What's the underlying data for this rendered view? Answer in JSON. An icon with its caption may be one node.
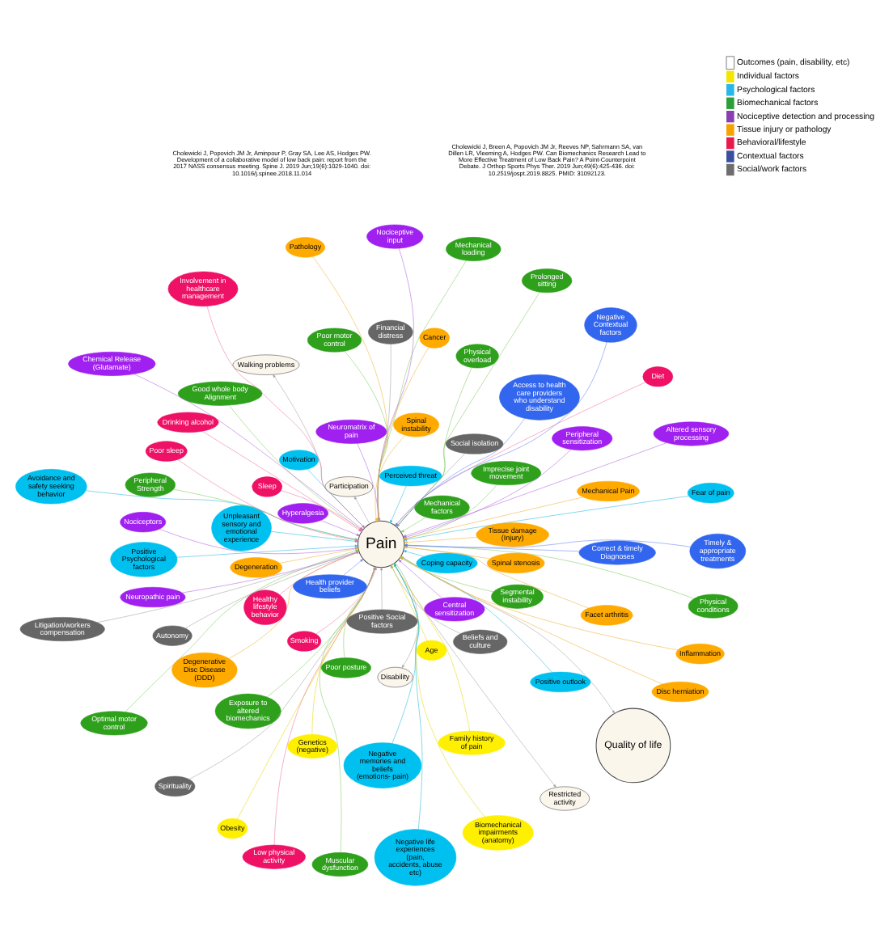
{
  "diagram": {
    "nodes": [
      {
        "text": [
          "Pain"
        ]
      },
      {
        "text": [
          "Quality of life"
        ]
      },
      {
        "text": [
          "Disability"
        ]
      },
      {
        "text": [
          "Walking problems"
        ]
      },
      {
        "text": [
          "Restricted activity"
        ]
      },
      {
        "text": [
          "Participation"
        ]
      },
      {
        "text": [
          "Genetics (negative)"
        ]
      },
      {
        "text": [
          "Biomechanical impairments (anatomy)"
        ]
      },
      {
        "text": [
          "Age"
        ]
      },
      {
        "text": [
          "Family history of pain"
        ]
      },
      {
        "text": [
          "Obesity"
        ]
      },
      {
        "text": [
          "Unpleasant sensory and emotional experience"
        ]
      },
      {
        "text": [
          "Positive outlook"
        ]
      },
      {
        "text": [
          "Fear of pain"
        ]
      },
      {
        "text": [
          "Perceived threat"
        ]
      },
      {
        "text": [
          "Negative memories and beliefs (emotions- pain)"
        ]
      },
      {
        "text": [
          "Negative life experiences (pain, accidents, abuse etc)"
        ]
      },
      {
        "text": [
          "Motivation"
        ]
      },
      {
        "text": [
          "Positive Psychological factors"
        ]
      },
      {
        "text": [
          "Avoidance and safety seeking behavior"
        ]
      },
      {
        "text": [
          "Coping capacity"
        ]
      },
      {
        "text": [
          "Exposure to altered biomechanics"
        ]
      },
      {
        "text": [
          "Mechanical loading"
        ]
      },
      {
        "text": [
          "Imprecise joint movement"
        ]
      },
      {
        "text": [
          "Poor motor control"
        ]
      },
      {
        "text": [
          "Muscular dysfunction"
        ]
      },
      {
        "text": [
          "Mechanical factors"
        ]
      },
      {
        "text": [
          "Good whole body Alignment"
        ]
      },
      {
        "text": [
          "Optimal motor control"
        ]
      },
      {
        "text": [
          "Segmental instability"
        ]
      },
      {
        "text": [
          "Physical overload"
        ]
      },
      {
        "text": [
          "Physical conditions"
        ]
      },
      {
        "text": [
          "Poor posture"
        ]
      },
      {
        "text": [
          "Peripheral Strength"
        ]
      },
      {
        "text": [
          "Prolonged sitting"
        ]
      },
      {
        "text": [
          "Central sensitization"
        ]
      },
      {
        "text": [
          "Peripheral sensitization"
        ]
      },
      {
        "text": [
          "Nociceptive input"
        ]
      },
      {
        "text": [
          "Hyperalgesia"
        ]
      },
      {
        "text": [
          "Neuropathic pain"
        ]
      },
      {
        "text": [
          "Chemical Release (Glutamate)"
        ]
      },
      {
        "text": [
          "Neuromatrix of pain"
        ]
      },
      {
        "text": [
          "Nociceptors"
        ]
      },
      {
        "text": [
          "Altered sensory processing"
        ]
      },
      {
        "text": [
          "Tissue damage (Injury)"
        ]
      },
      {
        "text": [
          "Degenerative Disc Disease (DDD)"
        ]
      },
      {
        "text": [
          "Disc herniation"
        ]
      },
      {
        "text": [
          "Spinal stenosis"
        ]
      },
      {
        "text": [
          "Facet arthritis"
        ]
      },
      {
        "text": [
          "Inflammation"
        ]
      },
      {
        "text": [
          "Degeneration"
        ]
      },
      {
        "text": [
          "Mechanical Pain"
        ]
      },
      {
        "text": [
          "Pathology"
        ]
      },
      {
        "text": [
          "Spinal instability"
        ]
      },
      {
        "text": [
          "Cancer"
        ]
      },
      {
        "text": [
          "Low physical activity"
        ]
      },
      {
        "text": [
          "Smoking"
        ]
      },
      {
        "text": [
          "Poor sleep"
        ]
      },
      {
        "text": [
          "Diet"
        ]
      },
      {
        "text": [
          "Sleep"
        ]
      },
      {
        "text": [
          "Drinking alcohol"
        ]
      },
      {
        "text": [
          "Involvement in healthcare management"
        ]
      },
      {
        "text": [
          "Healthy lifestyle behavior"
        ]
      },
      {
        "text": [
          "Access to health care providers who understand disability"
        ]
      },
      {
        "text": [
          "Timely & appropriate treatments"
        ]
      },
      {
        "text": [
          "Health provider beliefs"
        ]
      },
      {
        "text": [
          "Correct & timely Diagnoses"
        ]
      },
      {
        "text": [
          "Negative Contextual factors"
        ]
      },
      {
        "text": [
          "Beliefs and culture"
        ]
      },
      {
        "text": [
          "Autonomy"
        ]
      },
      {
        "text": [
          "Spirituality"
        ]
      },
      {
        "text": [
          "Social isolation"
        ]
      },
      {
        "text": [
          "Financial distress"
        ]
      },
      {
        "text": [
          "Litigation/workers compensation"
        ]
      },
      {
        "text": [
          "Positive Social factors"
        ]
      }
    ],
    "edges": [
      {
        "from": 0,
        "to": 1,
        "arrow": "to",
        "color": "#a0a0a0"
      },
      {
        "from": 0,
        "to": 2,
        "arrow": "to",
        "color": "#a0a0a0"
      },
      {
        "from": 0,
        "to": 3,
        "arrow": "to",
        "color": "#a0a0a0"
      },
      {
        "from": 0,
        "to": 4,
        "arrow": "to",
        "color": "#a0a0a0"
      },
      {
        "from": 0,
        "to": 5,
        "arrow": "to",
        "color": "#a0a0a0"
      },
      {
        "from": 6,
        "to": 0,
        "arrow": "to",
        "color": "#e8d800"
      },
      {
        "from": 7,
        "to": 0,
        "arrow": "to",
        "color": "#e8d800"
      },
      {
        "from": 8,
        "to": 0,
        "arrow": "to",
        "color": "#e8d800"
      },
      {
        "from": 9,
        "to": 0,
        "arrow": "to",
        "color": "#e8d800"
      },
      {
        "from": 10,
        "to": 0,
        "arrow": "to",
        "color": "#e8d800"
      },
      {
        "from": 11,
        "to": 0,
        "arrow": "to",
        "color": "#20b8e0"
      },
      {
        "from": 12,
        "to": 0,
        "arrow": "to",
        "color": "#20b8e0"
      },
      {
        "from": 13,
        "to": 0,
        "arrow": "to",
        "color": "#20b8e0"
      },
      {
        "from": 14,
        "to": 0,
        "arrow": "to",
        "color": "#20b8e0"
      },
      {
        "from": 15,
        "to": 0,
        "arrow": "to",
        "color": "#20b8e0"
      },
      {
        "from": 16,
        "to": 0,
        "arrow": "to",
        "color": "#20b8e0"
      },
      {
        "from": 17,
        "to": 0,
        "arrow": "to",
        "color": "#20b8e0"
      },
      {
        "from": 18,
        "to": 0,
        "arrow": "to",
        "color": "#20b8e0"
      },
      {
        "from": 19,
        "to": 0,
        "arrow": "to",
        "color": "#20b8e0"
      },
      {
        "from": 20,
        "to": 0,
        "arrow": "to",
        "color": "#20b8e0"
      },
      {
        "from": 21,
        "to": 0,
        "arrow": "to",
        "color": "#7ccc5c"
      },
      {
        "from": 22,
        "to": 0,
        "arrow": "to",
        "color": "#7ccc5c"
      },
      {
        "from": 23,
        "to": 0,
        "arrow": "to",
        "color": "#7ccc5c"
      },
      {
        "from": 24,
        "to": 0,
        "arrow": "to",
        "color": "#7ccc5c"
      },
      {
        "from": 25,
        "to": 0,
        "arrow": "to",
        "color": "#7ccc5c"
      },
      {
        "from": 26,
        "to": 0,
        "arrow": "to",
        "color": "#7ccc5c"
      },
      {
        "from": 27,
        "to": 0,
        "arrow": "to",
        "color": "#7ccc5c"
      },
      {
        "from": 28,
        "to": 0,
        "arrow": "to",
        "color": "#7ccc5c"
      },
      {
        "from": 29,
        "to": 0,
        "arrow": "to",
        "color": "#7ccc5c"
      },
      {
        "from": 30,
        "to": 0,
        "arrow": "to",
        "color": "#7ccc5c"
      },
      {
        "from": 31,
        "to": 0,
        "arrow": "to",
        "color": "#7ccc5c"
      },
      {
        "from": 32,
        "to": 0,
        "arrow": "to",
        "color": "#7ccc5c"
      },
      {
        "from": 33,
        "to": 0,
        "arrow": "to",
        "color": "#7ccc5c"
      },
      {
        "from": 34,
        "to": 0,
        "arrow": "to",
        "color": "#7ccc5c"
      },
      {
        "from": 35,
        "to": 0,
        "arrow": "to",
        "color": "#b060e0"
      },
      {
        "from": 36,
        "to": 0,
        "arrow": "to",
        "color": "#b060e0"
      },
      {
        "from": 37,
        "to": 0,
        "arrow": "to",
        "color": "#b060e0"
      },
      {
        "from": 38,
        "to": 0,
        "arrow": "to",
        "color": "#b060e0"
      },
      {
        "from": 39,
        "to": 0,
        "arrow": "to",
        "color": "#b060e0"
      },
      {
        "from": 40,
        "to": 0,
        "arrow": "to",
        "color": "#b060e0"
      },
      {
        "from": 41,
        "to": 0,
        "arrow": "to",
        "color": "#b060e0"
      },
      {
        "from": 42,
        "to": 0,
        "arrow": "to",
        "color": "#b060e0"
      },
      {
        "from": 43,
        "to": 0,
        "arrow": "to",
        "color": "#b060e0"
      },
      {
        "from": 44,
        "to": 0,
        "arrow": "to",
        "color": "#f0b030"
      },
      {
        "from": 45,
        "to": 0,
        "arrow": "to",
        "color": "#f0b030"
      },
      {
        "from": 46,
        "to": 0,
        "arrow": "to",
        "color": "#f0b030"
      },
      {
        "from": 47,
        "to": 0,
        "arrow": "to",
        "color": "#f0b030"
      },
      {
        "from": 48,
        "to": 0,
        "arrow": "to",
        "color": "#f0b030"
      },
      {
        "from": 49,
        "to": 0,
        "arrow": "to",
        "color": "#f0b030"
      },
      {
        "from": 50,
        "to": 0,
        "arrow": "to",
        "color": "#f0b030"
      },
      {
        "from": 51,
        "to": 0,
        "arrow": "to",
        "color": "#f0b030"
      },
      {
        "from": 52,
        "to": 0,
        "arrow": "to",
        "color": "#f0b030"
      },
      {
        "from": 53,
        "to": 0,
        "arrow": "to",
        "color": "#f0b030"
      },
      {
        "from": 54,
        "to": 0,
        "arrow": "to",
        "color": "#f0b030"
      },
      {
        "from": 55,
        "to": 0,
        "arrow": "to",
        "color": "#f070a0"
      },
      {
        "from": 56,
        "to": 0,
        "arrow": "to",
        "color": "#f070a0"
      },
      {
        "from": 57,
        "to": 0,
        "arrow": "to",
        "color": "#f070a0"
      },
      {
        "from": 58,
        "to": 0,
        "arrow": "to",
        "color": "#f070a0"
      },
      {
        "from": 59,
        "to": 0,
        "arrow": "to",
        "color": "#f070a0"
      },
      {
        "from": 60,
        "to": 0,
        "arrow": "to",
        "color": "#f070a0"
      },
      {
        "from": 61,
        "to": 0,
        "arrow": "to",
        "color": "#f070a0"
      },
      {
        "from": 62,
        "to": 0,
        "arrow": "to",
        "color": "#f070a0"
      },
      {
        "from": 63,
        "to": 0,
        "arrow": "to",
        "color": "#6080f0"
      },
      {
        "from": 64,
        "to": 0,
        "arrow": "to",
        "color": "#6080f0"
      },
      {
        "from": 65,
        "to": 0,
        "arrow": "to",
        "color": "#6080f0"
      },
      {
        "from": 66,
        "to": 0,
        "arrow": "to",
        "color": "#6080f0"
      },
      {
        "from": 67,
        "to": 0,
        "arrow": "to",
        "color": "#6080f0"
      },
      {
        "from": 68,
        "to": 0,
        "arrow": "to",
        "color": "#a0a0a0"
      },
      {
        "from": 69,
        "to": 0,
        "arrow": "to",
        "color": "#a0a0a0"
      },
      {
        "from": 70,
        "to": 0,
        "arrow": "to",
        "color": "#a0a0a0"
      },
      {
        "from": 71,
        "to": 0,
        "arrow": "to",
        "color": "#a0a0a0"
      },
      {
        "from": 72,
        "to": 0,
        "arrow": "to",
        "color": "#a0a0a0"
      },
      {
        "from": 73,
        "to": 0,
        "arrow": "to",
        "color": "#a0a0a0"
      },
      {
        "from": 74,
        "to": 0,
        "arrow": "to",
        "color": "#a0a0a0"
      }
    ],
    "labels": [
      "Cholewicki J, Breen A, Popovich JM Jr, Reeves NP, Sahrmann SA, van Dillen LR, Vleeming A, Hodges PW. Can Biomechanics Research Lead to More Effective Treatment of Low Back Pain? A Point-Counterpoint Debate. J Orthop Sports Phys Ther. 2019 Jun;49(6):425-436. doi: 10.2519/jospt.2019.8825. PMID: 31092123.",
      "Cholewicki J, Popovich JM Jr, Aminpour P, Gray SA, Lee AS, Hodges PW. Development of a collaborative model of low back pain: report from the 2017 NASS consensus meeting. Spine J. 2019 Jun;19(6):1029-1040. doi: 10.1016/j.spinee.2018.11.014"
    ],
    "legend": [
      {
        "text": "Outcomes (pain, disability, etc)"
      },
      {
        "text": "Individual factors",
        "color": "#f5e600"
      },
      {
        "text": "Psychological factors",
        "color": "#29b6e8"
      },
      {
        "text": "Biomechanical factors",
        "color": "#2e9e3a"
      },
      {
        "text": "Nociceptive detection and processing",
        "color": "#8a3fb0"
      },
      {
        "text": "Tissue injury or pathology",
        "color": "#f5a300"
      },
      {
        "text": "Behavioral/lifestyle",
        "color": "#e8194b"
      },
      {
        "text": "Contextual factors",
        "color": "#3a4fa0"
      },
      {
        "text": "Social/work factors",
        "color": "#6d6d6d"
      }
    ]
  }
}
